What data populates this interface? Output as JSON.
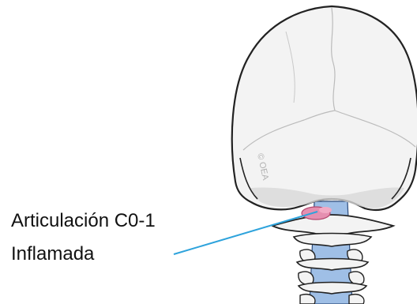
{
  "annotation": {
    "line1": "Articulación C0-1",
    "line2": "Inflamada"
  },
  "watermark": "© OEA",
  "colors": {
    "leader_line": "#2ea3dc",
    "inflamed_joint": "#e58fb0",
    "bone": "#f3f3f3",
    "outline": "#222222",
    "disc": "#9fbfe6"
  },
  "icons": {
    "skull": "skull-posterior-view",
    "spine": "cervical-spine"
  }
}
